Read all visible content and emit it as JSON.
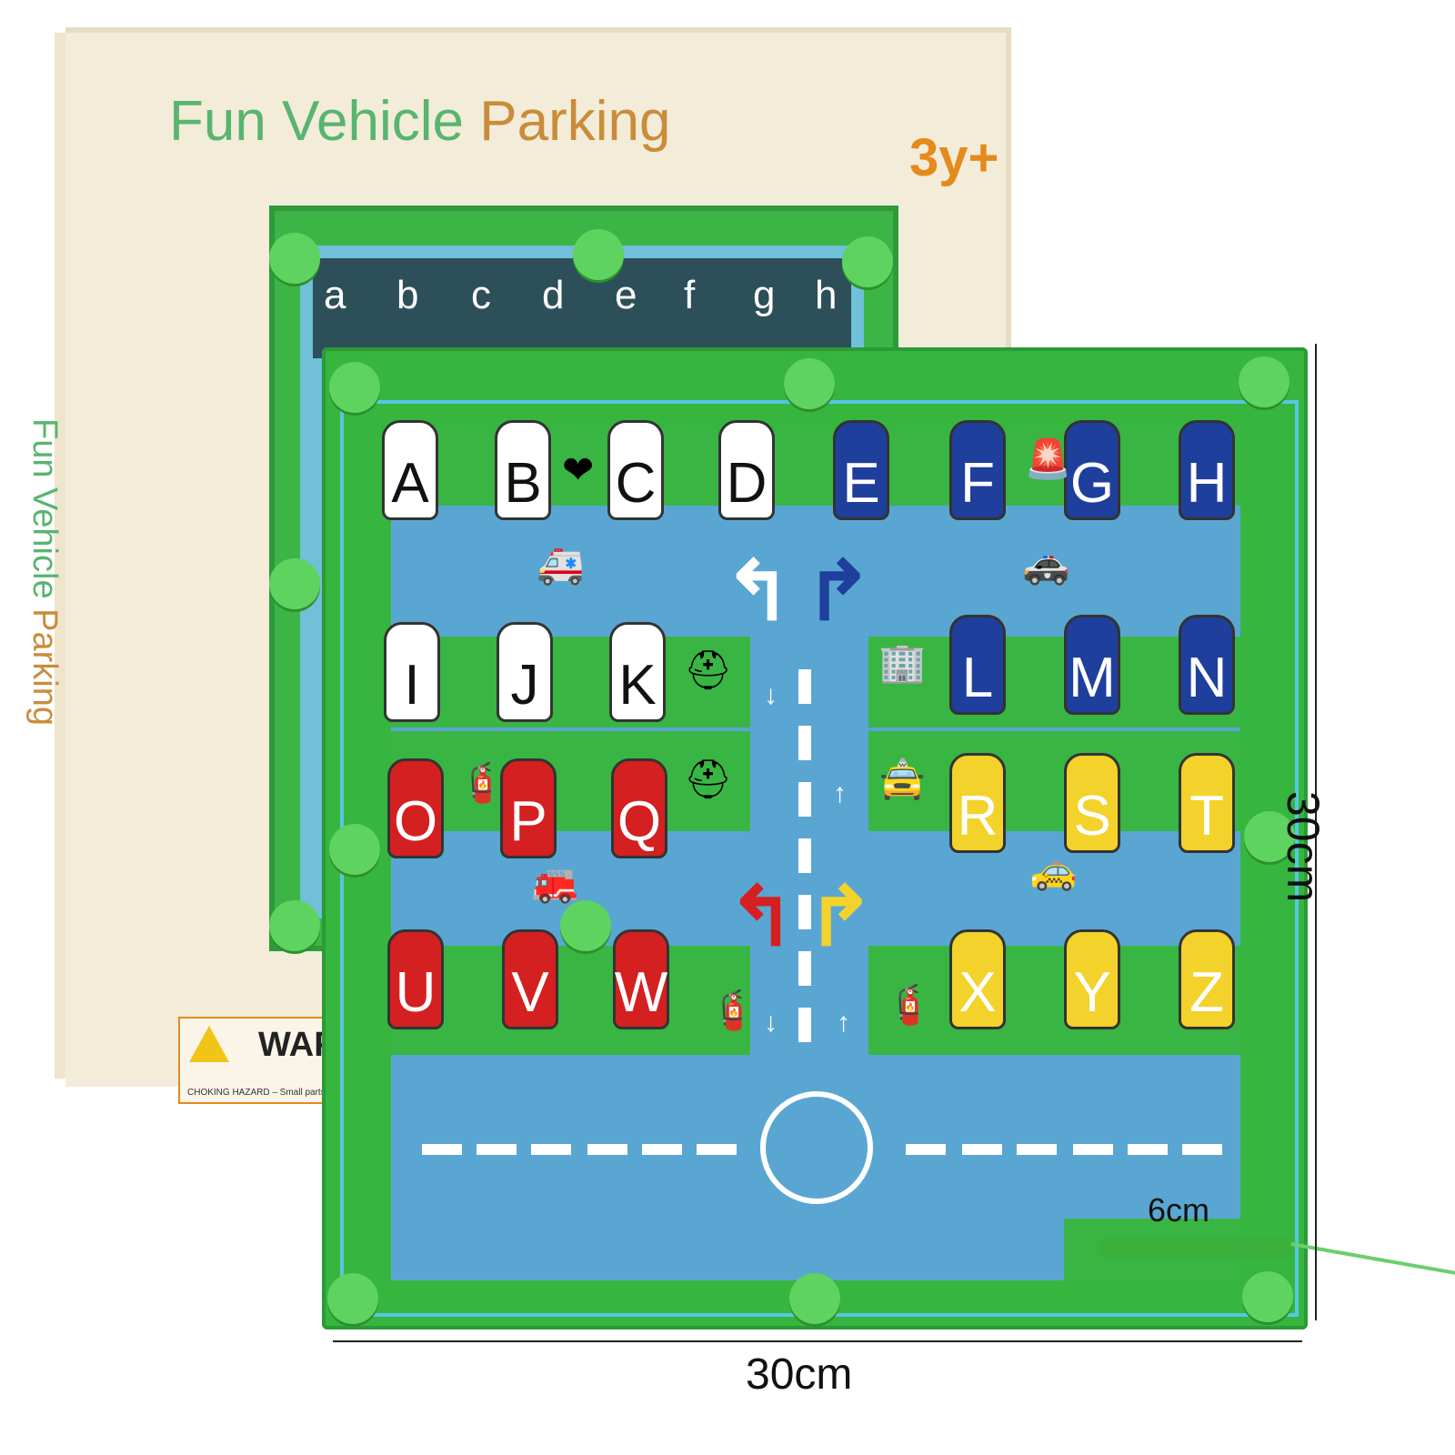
{
  "box": {
    "title_part1": "Fun Vehicle",
    "title_part2": "Parking",
    "age": "3y+",
    "spine_part1": "Fun Vehicle",
    "spine_part2": "Parking",
    "board_letters": [
      "a",
      "b",
      "c",
      "d",
      "e",
      "f",
      "g",
      "h"
    ],
    "warning_title": "WAF",
    "warning_text": "CHOKING HAZARD – Small parts. N individuals who have a tendency to p"
  },
  "board": {
    "row1": [
      "A",
      "B",
      "C",
      "D",
      "E",
      "F",
      "G",
      "H"
    ],
    "row2_left": [
      "I",
      "J",
      "K"
    ],
    "row2_right": [
      "L",
      "M",
      "N"
    ],
    "row3_left": [
      "O",
      "P",
      "Q"
    ],
    "row3_right": [
      "R",
      "S",
      "T"
    ],
    "row4_left": [
      "U",
      "V",
      "W"
    ],
    "row4_right": [
      "X",
      "Y",
      "Z"
    ]
  },
  "dimensions": {
    "height": "30cm",
    "width": "30cm",
    "handle": "6cm"
  },
  "colors": {
    "board_green": "#36b53f",
    "road_blue": "#5aa6d2",
    "ambulance": "#ffffff",
    "police": "#1f3f9c",
    "fire": "#d42020",
    "taxi": "#f3d22b"
  }
}
